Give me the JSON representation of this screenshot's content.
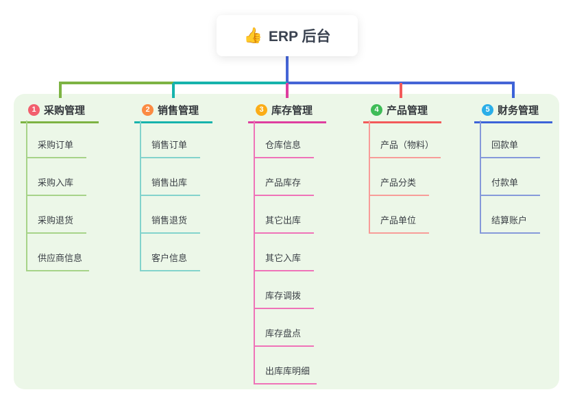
{
  "root": {
    "icon": "thumbs-up-icon",
    "icon_glyph": "👍",
    "label": "ERP 后台",
    "connector_color": "#4565d6"
  },
  "panel_color": "#ecf7e8",
  "branches": [
    {
      "num": "1",
      "label": "采购管理",
      "badge_color": "#f25f6d",
      "line_color": "#7db343",
      "line_light_color": "#a6d388",
      "items": [
        "采购订单",
        "采购入库",
        "采购退货",
        "供应商信息"
      ]
    },
    {
      "num": "2",
      "label": "销售管理",
      "badge_color": "#fb8b43",
      "line_color": "#16b3ac",
      "line_light_color": "#82d3cc",
      "items": [
        "销售订单",
        "销售出库",
        "销售退货",
        "客户信息"
      ]
    },
    {
      "num": "3",
      "label": "库存管理",
      "badge_color": "#fbad18",
      "line_color": "#de3e9f",
      "line_light_color": "#ef72b8",
      "items": [
        "仓库信息",
        "产品库存",
        "其它出库",
        "其它入库",
        "库存调拨",
        "库存盘点",
        "出库库明细"
      ]
    },
    {
      "num": "4",
      "label": "产品管理",
      "badge_color": "#3fbc57",
      "line_color": "#f25a5a",
      "line_light_color": "#f89c98",
      "items": [
        "产品（物料）",
        "产品分类",
        "产品单位"
      ]
    },
    {
      "num": "5",
      "label": "财务管理",
      "badge_color": "#2aaee8",
      "line_color": "#3c63d8",
      "line_light_color": "#8599da",
      "items": [
        "回款单",
        "付款单",
        "结算账户"
      ]
    }
  ]
}
